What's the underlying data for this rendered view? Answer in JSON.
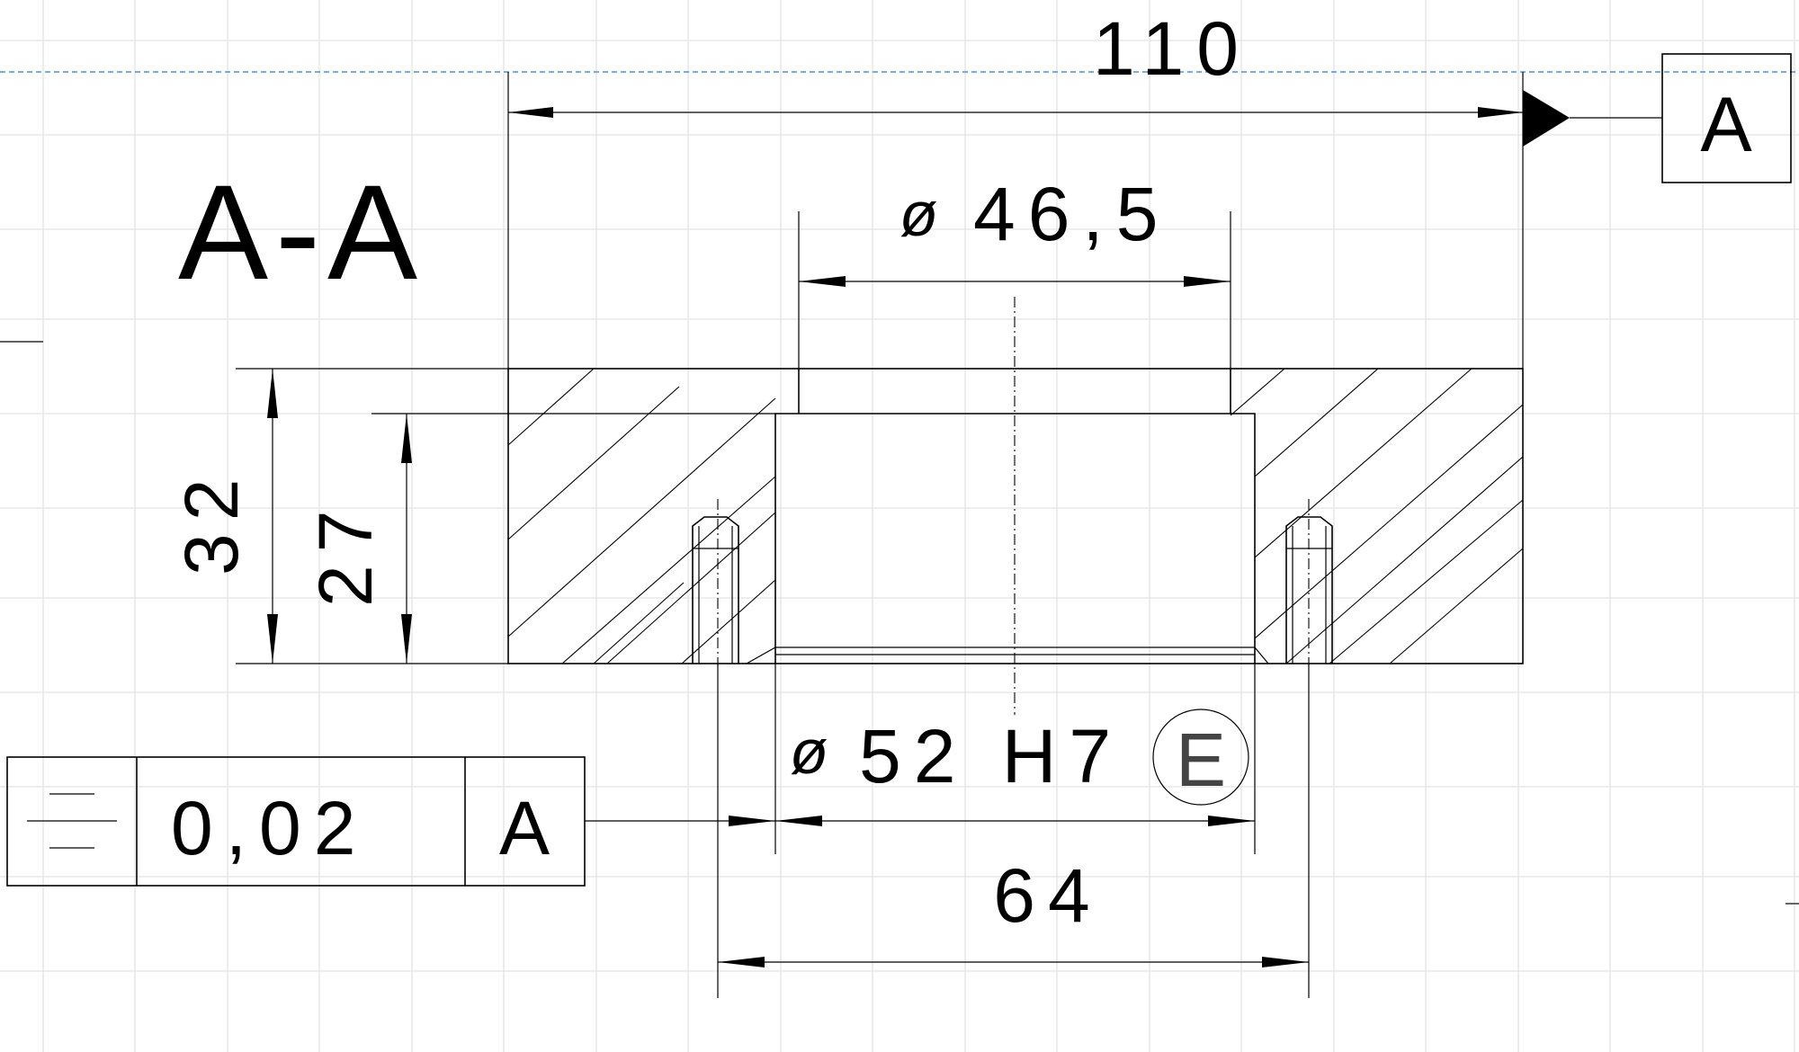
{
  "view": {
    "section_label": "A-A"
  },
  "dimensions": {
    "overall_width": "110",
    "bore_top_diameter": "46,5",
    "total_height": "32",
    "inner_height": "27",
    "bore_diameter": "52 H7",
    "pin_spacing": "64",
    "diameter_symbol": "ø",
    "envelope_symbol": "E"
  },
  "datum": {
    "label": "A"
  },
  "feature_control_frame": {
    "symbol": "symmetry-icon",
    "tolerance": "0,02",
    "datum_ref": "A"
  },
  "colors": {
    "grid": "#e3e3e3",
    "guide_line": "#4a90e2",
    "ink": "#000000"
  }
}
